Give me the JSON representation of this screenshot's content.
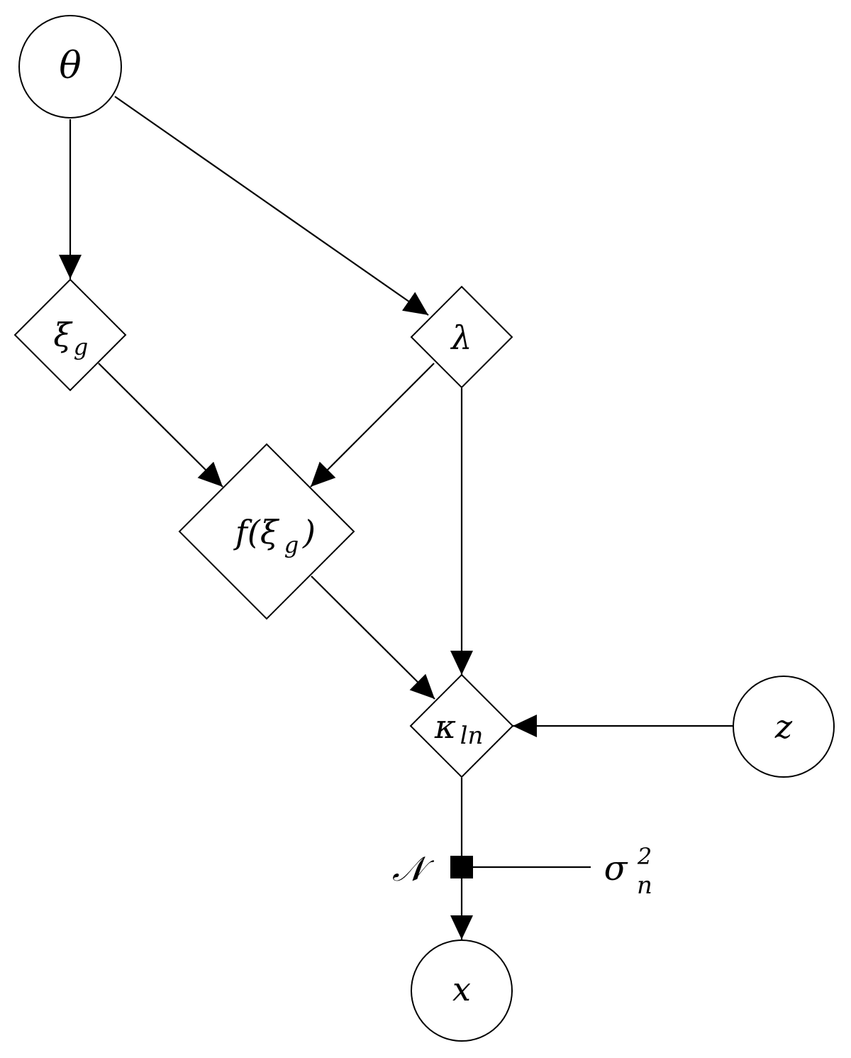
{
  "diagram": {
    "nodes": {
      "theta": {
        "label": "θ",
        "shape": "circle",
        "fill": "#ffffff"
      },
      "xi_g": {
        "label": "ξ",
        "sub": "g",
        "shape": "diamond",
        "fill": "#ffffff"
      },
      "lambda": {
        "label": "λ",
        "shape": "diamond",
        "fill": "#ffffff"
      },
      "f_xi_g": {
        "label_pre": "f(ξ",
        "sub": "g",
        "label_post": ")",
        "shape": "diamond",
        "fill": "#ffffff"
      },
      "kappa": {
        "label": "κ",
        "sub": "ln",
        "shape": "diamond",
        "fill": "#ffffff"
      },
      "z": {
        "label": "z",
        "shape": "circle",
        "fill": "#ffffff"
      },
      "factor": {
        "label": "𝒩",
        "shape": "square",
        "fill": "#000000"
      },
      "sigma": {
        "label": "σ",
        "sup": "2",
        "sub": "n"
      },
      "x": {
        "label": "x",
        "shape": "circle",
        "fill": "#e6e6e6",
        "observed": true
      }
    },
    "edges": [
      {
        "from": "theta",
        "to": "xi_g",
        "arrow": true
      },
      {
        "from": "theta",
        "to": "lambda",
        "arrow": true
      },
      {
        "from": "xi_g",
        "to": "f_xi_g",
        "arrow": true
      },
      {
        "from": "lambda",
        "to": "f_xi_g",
        "arrow": true
      },
      {
        "from": "lambda",
        "to": "kappa",
        "arrow": true
      },
      {
        "from": "f_xi_g",
        "to": "kappa",
        "arrow": true
      },
      {
        "from": "z",
        "to": "kappa",
        "arrow": true
      },
      {
        "from": "kappa",
        "to": "factor",
        "arrow": false
      },
      {
        "from": "sigma",
        "to": "factor",
        "arrow": false
      },
      {
        "from": "factor",
        "to": "x",
        "arrow": true
      }
    ]
  }
}
